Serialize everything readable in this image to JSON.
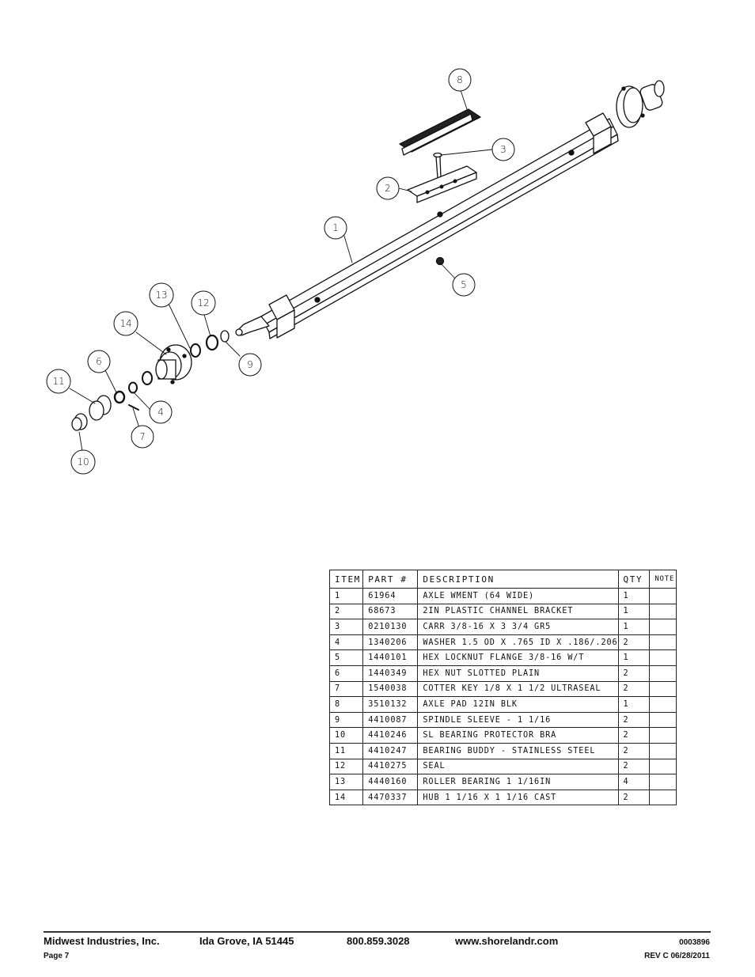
{
  "diagram": {
    "callouts": [
      "8",
      "3",
      "2",
      "1",
      "5",
      "13",
      "12",
      "14",
      "6",
      "11",
      "4",
      "9",
      "7",
      "10"
    ]
  },
  "table": {
    "headers": {
      "item": "ITEM",
      "part": "PART #",
      "description": "DESCRIPTION",
      "qty": "QTY",
      "note": "NOTE"
    },
    "rows": [
      {
        "item": "1",
        "part": "61964",
        "description": "AXLE WMENT (64 WIDE)",
        "qty": "1"
      },
      {
        "item": "2",
        "part": "68673",
        "description": "2IN PLASTIC CHANNEL BRACKET",
        "qty": "1"
      },
      {
        "item": "3",
        "part": "0210130",
        "description": "CARR 3/8-16 X 3 3/4 GR5",
        "qty": "1"
      },
      {
        "item": "4",
        "part": "1340206",
        "description": "WASHER 1.5 OD X .765 ID X .186/.206",
        "qty": "2"
      },
      {
        "item": "5",
        "part": "1440101",
        "description": "HEX LOCKNUT FLANGE 3/8-16 W/T",
        "qty": "1"
      },
      {
        "item": "6",
        "part": "1440349",
        "description": "HEX NUT SLOTTED PLAIN",
        "qty": "2"
      },
      {
        "item": "7",
        "part": "1540038",
        "description": "COTTER KEY 1/8 X 1 1/2 ULTRASEAL",
        "qty": "2"
      },
      {
        "item": "8",
        "part": "3510132",
        "description": "AXLE PAD 12IN  BLK",
        "qty": "1"
      },
      {
        "item": "9",
        "part": "4410087",
        "description": "SPINDLE SLEEVE - 1 1/16",
        "qty": "2"
      },
      {
        "item": "10",
        "part": "4410246",
        "description": "SL BEARING PROTECTOR BRA",
        "qty": "2"
      },
      {
        "item": "11",
        "part": "4410247",
        "description": "BEARING BUDDY - STAINLESS STEEL",
        "qty": "2"
      },
      {
        "item": "12",
        "part": "4410275",
        "description": "SEAL",
        "qty": "2"
      },
      {
        "item": "13",
        "part": "4440160",
        "description": "ROLLER BEARING   1 1/16IN",
        "qty": "4"
      },
      {
        "item": "14",
        "part": "4470337",
        "description": "HUB   1 1/16 X 1 1/16 CAST",
        "qty": "2"
      }
    ]
  },
  "footer": {
    "company": "Midwest Industries, Inc.",
    "location": "Ida Grove, IA  51445",
    "phone": "800.859.3028",
    "website": "www.shorelandr.com",
    "doc_number": "0003896",
    "page": "Page 7",
    "revision": "REV C  06/28/2011"
  }
}
